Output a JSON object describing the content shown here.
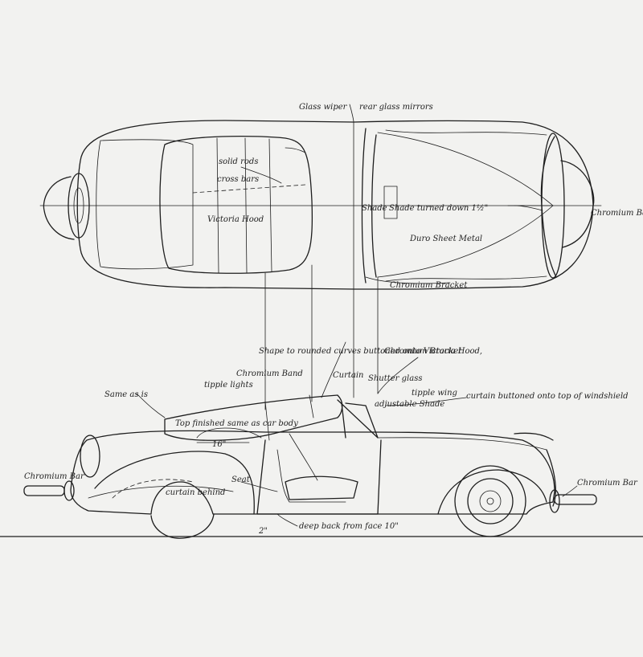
{
  "drawing": {
    "colors": {
      "paper": "#f2f2f0",
      "ink": "#1e1e1e"
    },
    "annotations": {
      "glass_wiper": "Glass wiper",
      "rear_window_mirrors": "rear glass mirrors",
      "solid_rods": "solid rods",
      "cross_bars": "cross bars",
      "victoria_hood": "Victoria Hood",
      "shade": "Shade",
      "shade_dimension": "Shade turned down 1½\"",
      "duro_sheet_metal": "Duro Sheet Metal",
      "chromium_bracket_top": "Chromium Bracket",
      "chromium_ball_top": "Chromium Ball",
      "buttoned_hood": "Shape to rounded curves buttoned onto Victoria Hood,",
      "chromium_band": "Chromium Band",
      "chromium_bracket_side": "Chromium Bracket",
      "tipple_lights": "tipple lights",
      "curtain": "Curtain",
      "shutter_glass": "Shutter glass",
      "tipple_wing": "tipple wing",
      "curtain_buttoned": "curtain buttoned onto top of windshield",
      "adjustable_shade": "adjustable Shade",
      "same_as_is": "Same as is",
      "top_finished": "Top finished same as car body",
      "dim_16": "16\"",
      "chromium_bar_left": "Chromium Bar",
      "chromium_bar_right": "Chromium Bar",
      "seat": "Seat",
      "curtain_behind": "curtain behind",
      "dim_2": "2\"",
      "deep_back": "deep back from face 10\""
    }
  }
}
